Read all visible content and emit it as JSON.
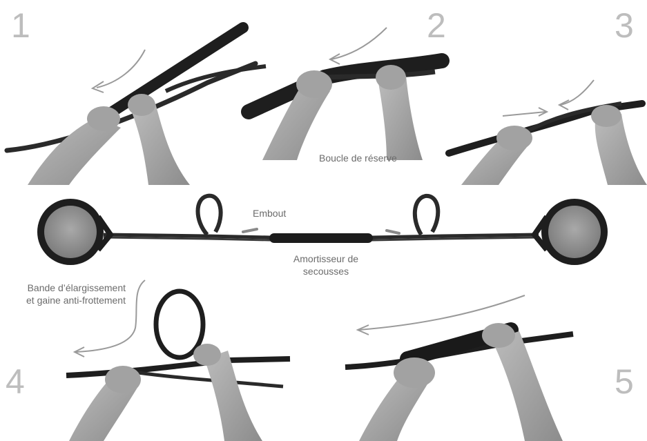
{
  "steps": [
    "1",
    "2",
    "3",
    "4",
    "5"
  ],
  "labels": {
    "spare_loop": "Boucle de réserve",
    "end_cap": "Embout",
    "shock_absorber_line1": "Amortisseur de",
    "shock_absorber_line2": "secousses",
    "band_line1": "Bande d’élargissement",
    "band_line2": "et gaine anti-frottement"
  },
  "colors": {
    "step_number": "#bdbdbd",
    "caption": "#6b6b6b",
    "rope": "#2a2a2a",
    "skin": "#a8a8a8",
    "disc": "#8f8f8f",
    "arrow": "#9a9a9a"
  }
}
